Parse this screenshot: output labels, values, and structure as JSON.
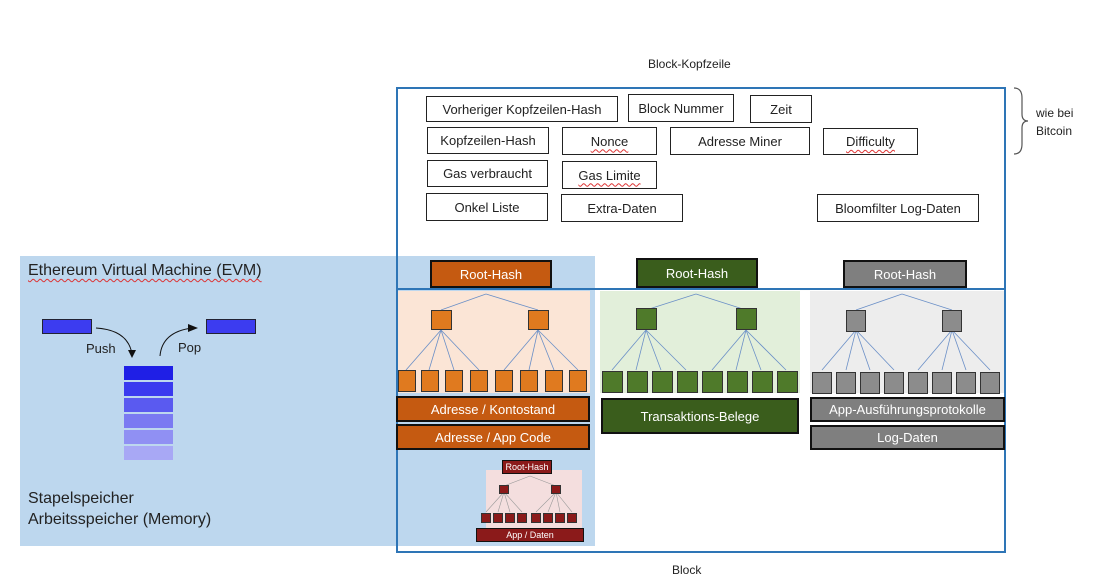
{
  "header_title": "Block-Kopfzeile",
  "footer_title": "Block",
  "brace_note": "wie bei\nBitcoin",
  "header_fields": {
    "prev_hash": "Vorheriger Kopfzeilen-Hash",
    "block_number": "Block Nummer",
    "time": "Zeit",
    "header_hash": "Kopfzeilen-Hash",
    "nonce": "Nonce",
    "miner": "Adresse Miner",
    "difficulty": "Difficulty",
    "gas_used": "Gas verbraucht",
    "gas_limit": "Gas Limite",
    "uncles": "Onkel Liste",
    "extra": "Extra-Daten",
    "bloom": "Bloomfilter Log-Daten"
  },
  "evm": {
    "title": "Ethereum Virtual Machine (EVM)",
    "push": "Push",
    "pop": "Pop",
    "stack_label": "Stapelspeicher",
    "memory_label": "Arbeitsspeicher (Memory)"
  },
  "trees": {
    "state": {
      "root": "Root-Hash",
      "bar1": "Adresse / Kontostand",
      "bar2": "Adresse / App Code",
      "color": "#c55a11",
      "bg": "#fbe5d6"
    },
    "transactions": {
      "root": "Root-Hash",
      "bar1": "Transaktions-Belege",
      "color": "#3a5d1c",
      "bg": "#e2efda"
    },
    "receipts": {
      "root": "Root-Hash",
      "bar1": "App-Ausführungsprotokolle",
      "bar2": "Log-Daten",
      "color": "#7f7f7f",
      "bg": "#ededed"
    },
    "storage": {
      "root": "Root-Hash",
      "bar": "App / Daten",
      "color": "#8b1a1a"
    }
  }
}
